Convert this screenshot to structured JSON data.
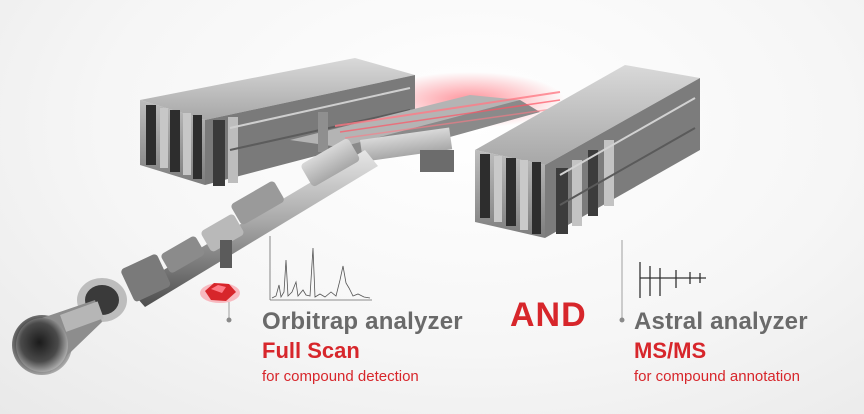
{
  "orbitrap": {
    "title": "Orbitrap analyzer",
    "mode": "Full Scan",
    "purpose": "for compound detection"
  },
  "connector": "AND",
  "astral": {
    "title": "Astral analyzer",
    "mode": "MS/MS",
    "purpose": "for compound annotation"
  },
  "colors": {
    "accent_red": "#d7262b",
    "title_gray": "#6a6a6a",
    "metal": "#9c9c9c"
  },
  "icons": [
    "full-scan-spectrum-icon",
    "msms-spectrum-icon",
    "sample-droplet-icon"
  ]
}
